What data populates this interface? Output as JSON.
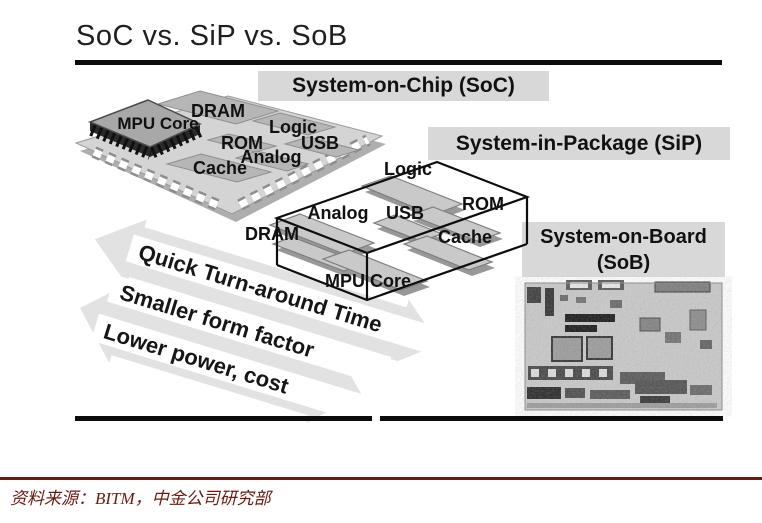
{
  "title": "SoC vs. SiP vs. SoB",
  "sections": {
    "soc_label": "System-on-Chip (SoC)",
    "sip_label": "System-in-Package (SiP)",
    "sob_label_line1": "System-on-Board",
    "sob_label_line2": "(SoB)"
  },
  "soc_chip": {
    "dram": "DRAM",
    "mpu_core": "MPU Core",
    "logic": "Logic",
    "rom": "ROM",
    "usb": "USB",
    "analog": "Analog",
    "cache": "Cache"
  },
  "sip_package": {
    "logic": "Logic",
    "analog": "Analog",
    "usb": "USB",
    "rom": "ROM",
    "dram": "DRAM",
    "cache": "Cache",
    "mpu_core": "MPU Core"
  },
  "arrows": [
    "Quick Turn-around Time",
    "Smaller form factor",
    "Lower power, cost"
  ],
  "footer": {
    "source": "资料来源：BITM，中金公司研究部"
  },
  "colors": {
    "accent_maroon": "#6b1a10",
    "label_box_gray": "#d8d8d8",
    "arrow_gray": "#e2e2e2",
    "board_gray": "#d4d4d4",
    "block_gray": "#b6b6b6",
    "rule_black": "#0c0c0c"
  }
}
